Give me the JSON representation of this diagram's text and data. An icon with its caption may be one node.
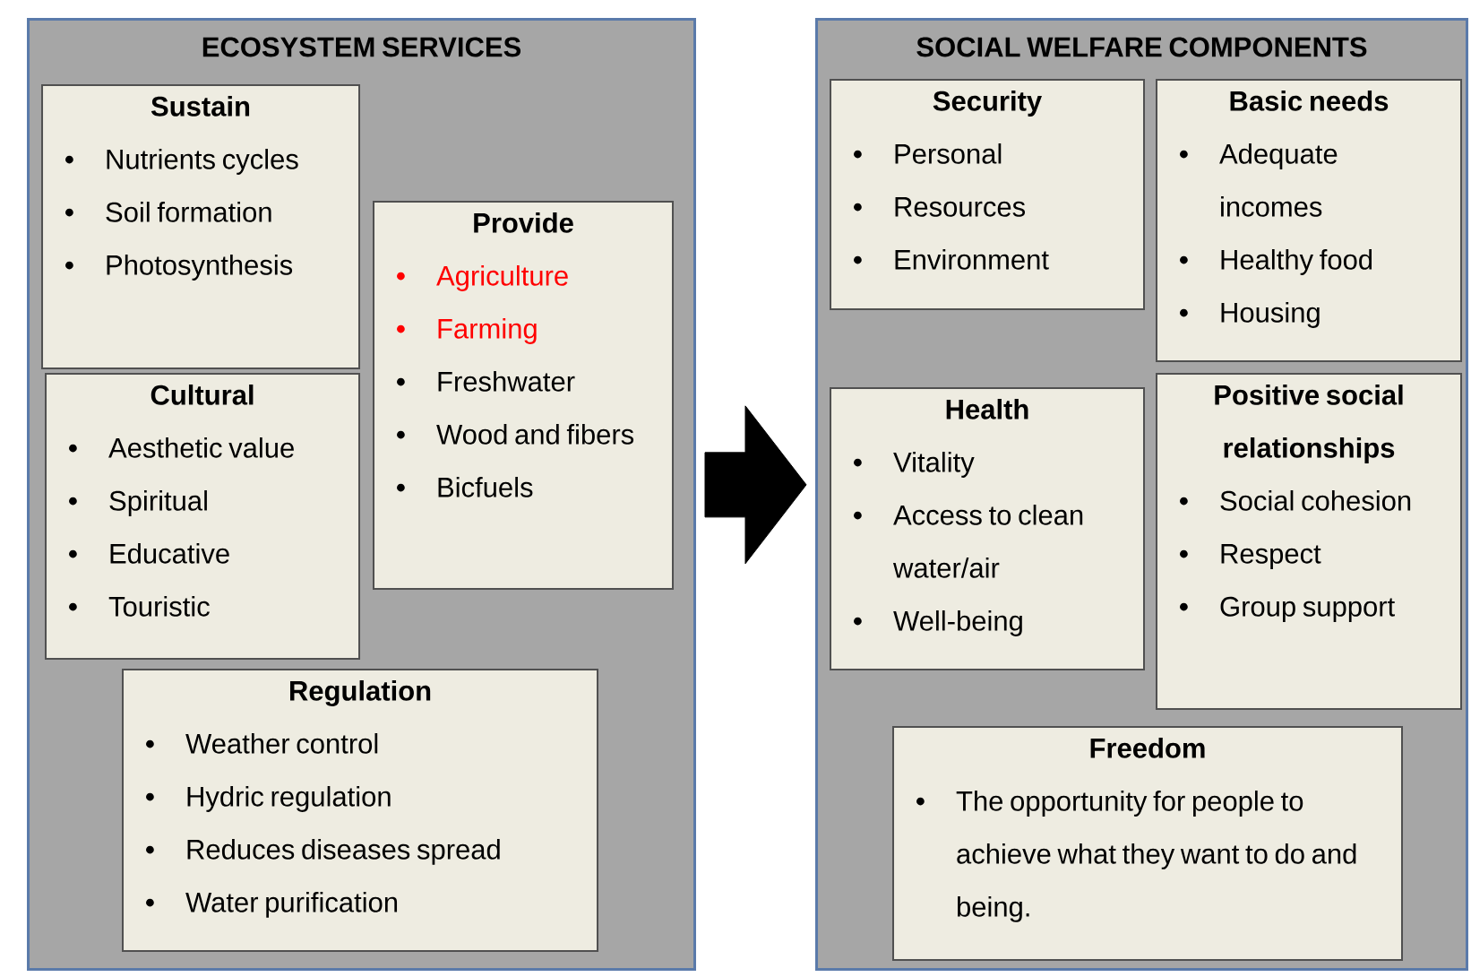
{
  "diagram": {
    "nodes": [
      {
        "text": [
          "ECOSYSTEM SERVICES"
        ]
      },
      {
        "text": [
          "Sustain",
          "Nutrients cycles",
          "Soil formation",
          "Photosynthesis"
        ],
        "in": 0
      },
      {
        "text": [
          "Provide",
          "Agriculture",
          "Farming",
          "Freshwater",
          "Wood and fibers",
          "Bicfuels"
        ],
        "in": 0
      },
      {
        "text": [
          "Cultural",
          "Aesthetic value",
          "Spiritual",
          "Educative",
          "Touristic"
        ],
        "in": 0
      },
      {
        "text": [
          "Regulation",
          "Weather control",
          "Hydric regulation",
          "Reduces diseases spread",
          "Water purification"
        ],
        "in": 0
      },
      {
        "text": [
          "SOCIAL WELFARE COMPONENTS"
        ]
      },
      {
        "text": [
          "Security",
          "Personal",
          "Resources",
          "Environment"
        ],
        "in": 5
      },
      {
        "text": [
          "Basic needs",
          "Adequate incomes",
          "Healthy food",
          "Housing"
        ],
        "in": 5
      },
      {
        "text": [
          "Health",
          "Vitality",
          "Access to clean water/air",
          "Well-being"
        ],
        "in": 5
      },
      {
        "text": [
          "Positive social relationships",
          "Social cohesion",
          "Respect",
          "Group support"
        ],
        "in": 5
      },
      {
        "text": [
          "Freedom",
          "The opportunity for people to achieve what they want to do and being."
        ],
        "in": 5
      }
    ],
    "edges": [
      {
        "from": 0,
        "to": 5,
        "arrow": "to",
        "style": "thick"
      }
    ]
  }
}
